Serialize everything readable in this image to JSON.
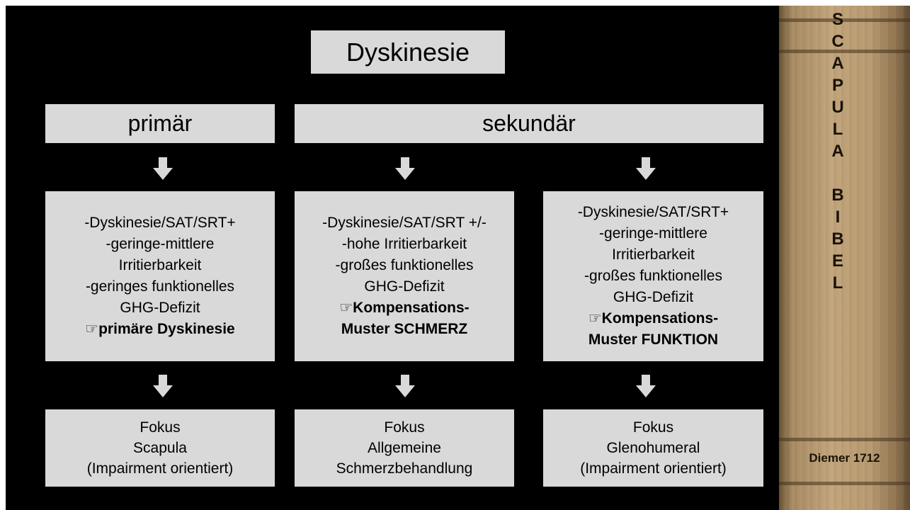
{
  "title": "Dyskinesie",
  "branches": {
    "primary": "primär",
    "secondary": "sekundär"
  },
  "columns": [
    {
      "lines": [
        "-Dyskinesie/SAT/SRT+",
        "-geringe-mittlere",
        "Irritierbarkeit",
        "-geringes funktionelles",
        "GHG-Defizit"
      ],
      "conclusion": "☞primäre Dyskinesie",
      "focus": [
        "Fokus",
        "Scapula",
        "(Impairment orientiert)"
      ]
    },
    {
      "lines": [
        "-Dyskinesie/SAT/SRT +/-",
        "-hohe Irritierbarkeit",
        "-großes funktionelles",
        "GHG-Defizit"
      ],
      "conclusion": "☞Kompensations-Muster SCHMERZ",
      "focus": [
        "Fokus",
        "Allgemeine",
        "Schmerzbehandlung"
      ]
    },
    {
      "lines": [
        "-Dyskinesie/SAT/SRT+",
        "-geringe-mittlere",
        "Irritierbarkeit",
        "-großes funktionelles",
        "GHG-Defizit"
      ],
      "conclusion": "☞Kompensations-Muster FUNKTION",
      "focus": [
        "Fokus",
        "Glenohumeral",
        "(Impairment  orientiert)"
      ]
    }
  ],
  "book_spine": {
    "letters": [
      "S",
      "C",
      "A",
      "P",
      "U",
      "L",
      "A",
      "",
      "B",
      "I",
      "B",
      "E",
      "L"
    ],
    "credit": "Diemer 1712"
  },
  "colors": {
    "background": "#000000",
    "box_fill": "#d9d9d9",
    "arrow_fill": "#d9d9d9"
  }
}
